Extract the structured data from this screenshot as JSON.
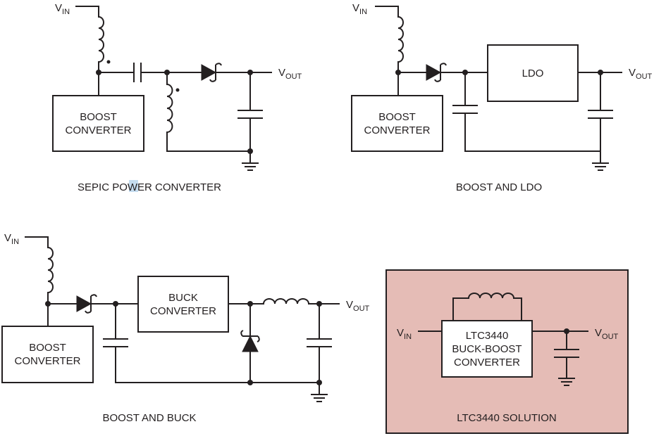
{
  "labels": {
    "vin_main": "V",
    "vin_sub": "IN",
    "vout_main": "V",
    "vout_sub": "OUT",
    "boost_line1": "BOOST",
    "boost_line2": "CONVERTER",
    "ldo": "LDO",
    "buck_line1": "BUCK",
    "buck_line2": "CONVERTER",
    "ltc_line1": "LTC3440",
    "ltc_line2": "BUCK-BOOST",
    "ltc_line3": "CONVERTER"
  },
  "captions": {
    "sepic": "SEPIC POWER CONVERTER",
    "boost_ldo": "BOOST AND LDO",
    "boost_buck": "BOOST AND BUCK",
    "ltc_solution": "LTC3440 SOLUTION"
  },
  "colors": {
    "solution_background": "#e5bcb6",
    "line": "#231f20",
    "selection_highlight": "#c5dcef"
  }
}
